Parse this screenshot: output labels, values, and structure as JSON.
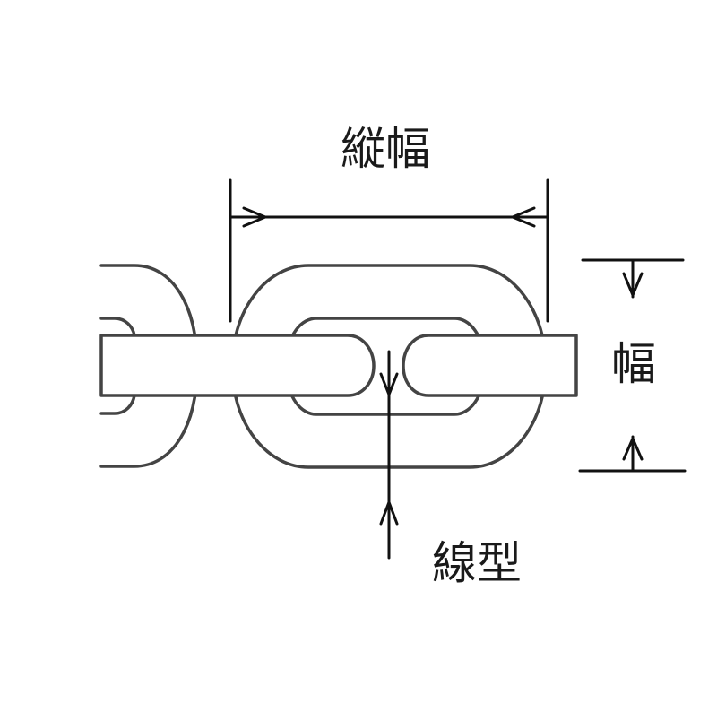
{
  "labels": {
    "length": "縦幅",
    "width": "幅",
    "wire_diameter": "線型"
  },
  "colors": {
    "chain_stroke": "#444444",
    "dimension_stroke": "#111111",
    "text": "#1a1a1a",
    "background": "#ffffff"
  }
}
